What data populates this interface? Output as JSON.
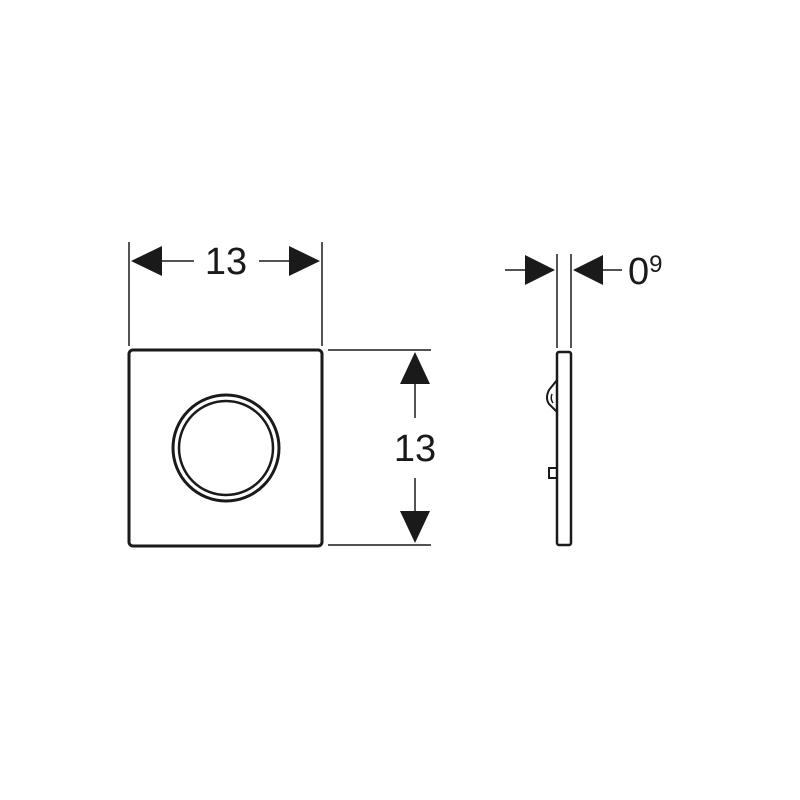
{
  "dimensions": {
    "width_label": "13",
    "height_label": "13",
    "thickness_main": "0",
    "thickness_sup": "9"
  },
  "colors": {
    "ink": "#1a1a1a",
    "background": "#ffffff"
  }
}
